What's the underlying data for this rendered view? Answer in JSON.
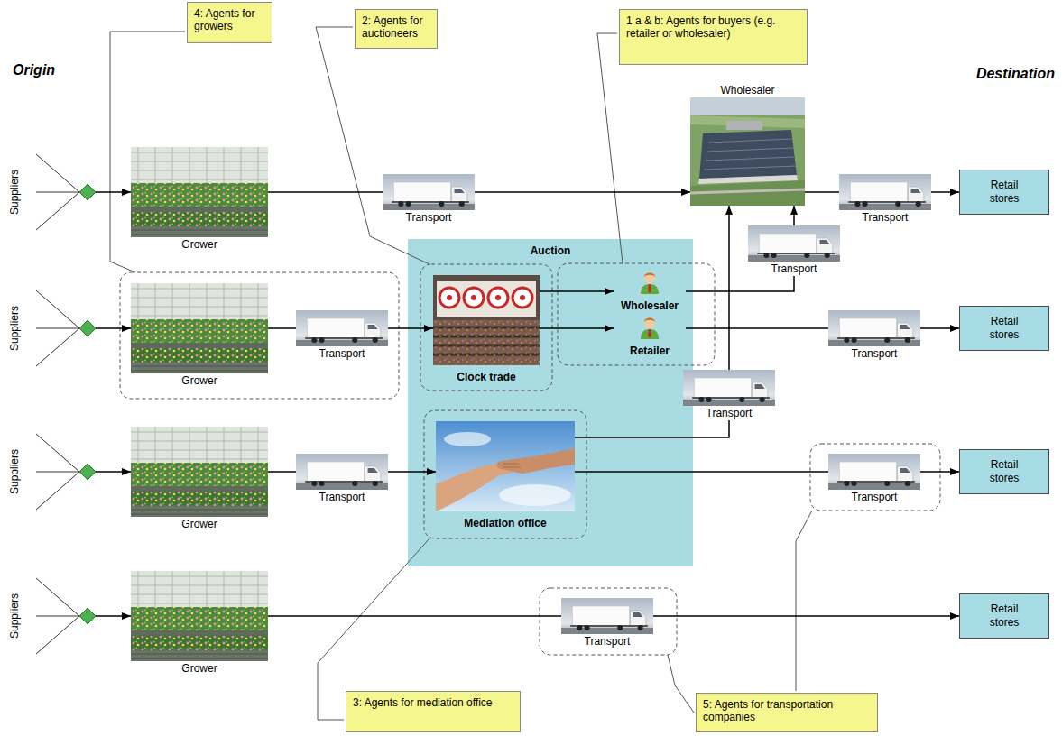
{
  "diagram": {
    "nodes": [
      {
        "text": [
          "4: Agents for growers"
        ]
      },
      {
        "text": [
          "2: Agents for auctioneers"
        ]
      },
      {
        "text": [
          "1 a & b: Agents for buyers (e.g. retailer or wholesaler)"
        ]
      },
      {
        "text": [
          "Wholesaler"
        ]
      },
      {
        "text": [
          "Grower"
        ]
      },
      {
        "text": [
          "Transport"
        ]
      },
      {
        "text": [
          "Transport"
        ]
      },
      {
        "text": [
          "Retail stores"
        ]
      },
      {
        "text": [
          "Auction"
        ]
      },
      {
        "text": [
          "Clock trade"
        ],
        "in": 8
      },
      {
        "text": [
          "Wholesaler"
        ],
        "in": 8
      },
      {
        "text": [
          "Retailer"
        ],
        "in": 8
      },
      {
        "text": [
          "Mediation office"
        ],
        "in": 8
      },
      {
        "text": [
          "Grower"
        ]
      },
      {
        "text": [
          "Transport"
        ]
      },
      {
        "text": [
          "Transport"
        ]
      },
      {
        "text": [
          "Transport"
        ]
      },
      {
        "text": [
          "Retail stores"
        ]
      },
      {
        "text": [
          "Transport"
        ]
      },
      {
        "text": [
          "Grower"
        ]
      },
      {
        "text": [
          "Transport"
        ]
      },
      {
        "text": [
          "Transport"
        ]
      },
      {
        "text": [
          "Retail stores"
        ]
      },
      {
        "text": [
          "Grower"
        ]
      },
      {
        "text": [
          "Transport"
        ]
      },
      {
        "text": [
          "Retail stores"
        ]
      },
      {
        "text": [
          "3: Agents for mediation office"
        ]
      },
      {
        "text": [
          "5: Agents for transportation companies"
        ]
      }
    ],
    "edges": [
      {
        "from": 4,
        "to": 5,
        "arrow": "none"
      },
      {
        "from": 5,
        "to": 3,
        "arrow": "to"
      },
      {
        "from": 3,
        "to": 6,
        "arrow": "none"
      },
      {
        "from": 6,
        "to": 7,
        "arrow": "to"
      },
      {
        "from": 13,
        "to": 14,
        "arrow": "none"
      },
      {
        "from": 14,
        "to": 9,
        "arrow": "to"
      },
      {
        "from": 9,
        "to": 10,
        "arrow": "to"
      },
      {
        "from": 9,
        "to": 11,
        "arrow": "to"
      },
      {
        "from": 10,
        "to": 15,
        "arrow": "none"
      },
      {
        "from": 15,
        "to": 3,
        "arrow": "to"
      },
      {
        "from": 11,
        "to": 16,
        "arrow": "none"
      },
      {
        "from": 16,
        "to": 17,
        "arrow": "to"
      },
      {
        "from": 19,
        "to": 20,
        "arrow": "none"
      },
      {
        "from": 20,
        "to": 12,
        "arrow": "to"
      },
      {
        "from": 12,
        "to": 18,
        "arrow": "none"
      },
      {
        "from": 18,
        "to": 3,
        "arrow": "to"
      },
      {
        "from": 12,
        "to": 21,
        "arrow": "none"
      },
      {
        "from": 21,
        "to": 22,
        "arrow": "to"
      },
      {
        "from": 23,
        "to": 24,
        "arrow": "none"
      },
      {
        "from": 24,
        "to": 25,
        "arrow": "to"
      }
    ],
    "labels": [
      "Origin",
      "Destination",
      "Suppliers",
      "Suppliers",
      "Suppliers",
      "Suppliers"
    ]
  }
}
